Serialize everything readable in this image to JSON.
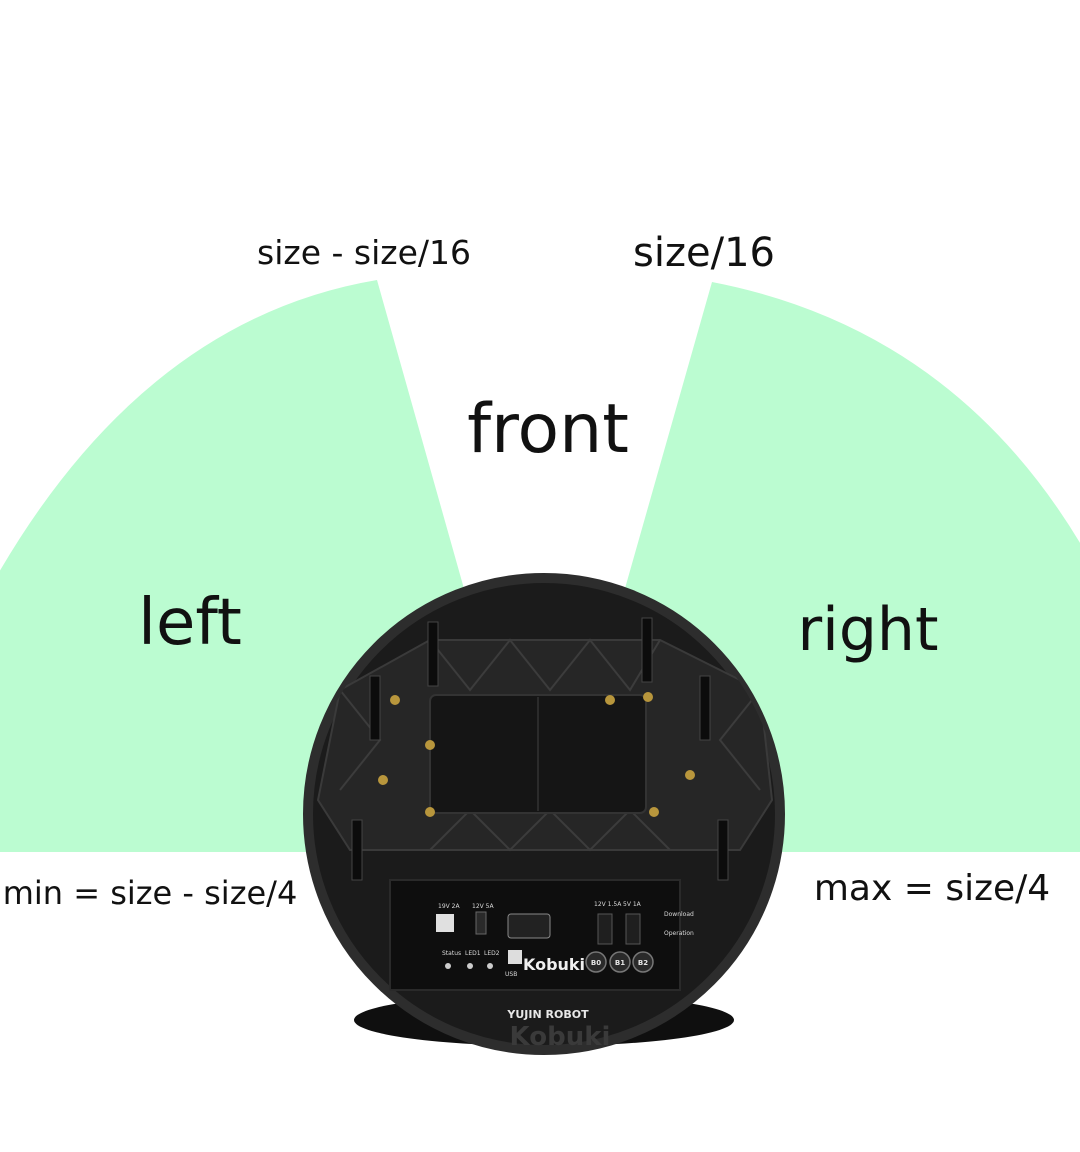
{
  "diagram": {
    "sectors": [
      {
        "id": "left",
        "label": "left",
        "color": "#bbfcd1"
      },
      {
        "id": "right",
        "label": "right",
        "color": "#bbfcd1"
      }
    ],
    "front_label": "front",
    "boundary_labels": {
      "left_inner": "size - size/16",
      "right_inner": "size/16",
      "left_outer": "min = size - size/4",
      "right_outer": "max = size/4"
    },
    "robot": {
      "brand": "YUJIN ROBOT",
      "model": "Kobuki",
      "body_color": "#1b1b1b",
      "panel_labels": [
        "19V 2A",
        "12V 5A",
        "12V 1.5A",
        "5V 1A",
        "Status",
        "LED1",
        "LED2",
        "USB",
        "B0",
        "B1",
        "B2",
        "Download",
        "Operation"
      ]
    }
  }
}
